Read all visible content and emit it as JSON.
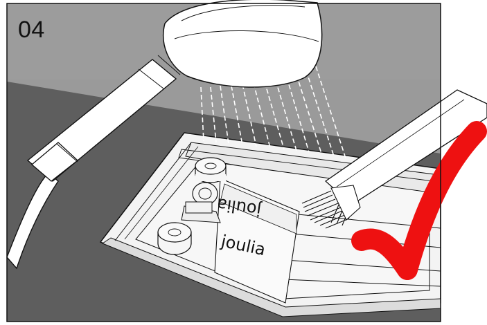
{
  "step": {
    "number": "04"
  },
  "brand": {
    "upper": "joulia",
    "lower": "joulia"
  },
  "icons": {
    "check": "checkmark-icon",
    "shower": "shower-head-icon",
    "brush": "brush-icon"
  },
  "colors": {
    "wall": "#9a9a9a",
    "floor": "#5e5e5e",
    "tray": "#f4f4f4",
    "outline": "#111111",
    "check": "#ee1111",
    "frame": "#111111"
  }
}
